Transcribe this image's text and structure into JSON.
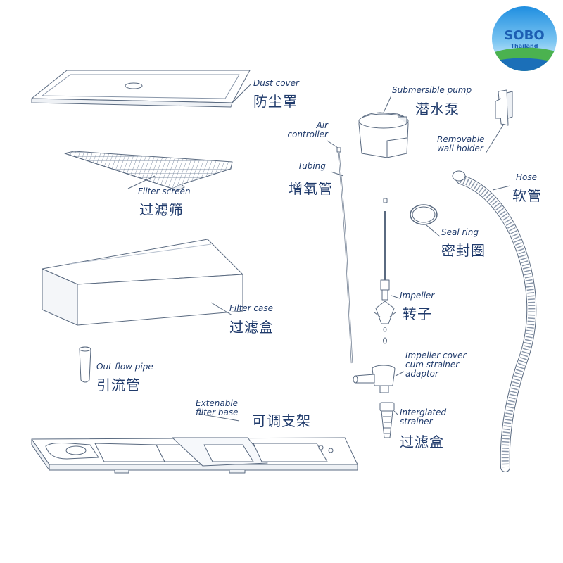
{
  "brand": {
    "name": "SOBO",
    "sub": "Thailand"
  },
  "parts": {
    "dust_cover": {
      "en": "Dust cover",
      "zh": "防尘罩"
    },
    "filter_screen": {
      "en": "Filter screen",
      "zh": "过滤筛"
    },
    "filter_case": {
      "en": "Filter case",
      "zh": "过滤盒"
    },
    "outflow_pipe": {
      "en": "Out-flow pipe",
      "zh": "引流管"
    },
    "extenable_base": {
      "en": "Extenable\nfilter base",
      "zh": "可调支架"
    },
    "air_controller": {
      "en": "Air\ncontroller"
    },
    "tubing": {
      "en": "Tubing",
      "zh": "增氧管"
    },
    "pump": {
      "en": "Submersible pump",
      "zh": "潜水泵"
    },
    "wall_holder": {
      "en": "Removable\nwall holder"
    },
    "hose": {
      "en": "Hose",
      "zh": "软管"
    },
    "seal_ring": {
      "en": "Seal ring",
      "zh": "密封圈"
    },
    "impeller": {
      "en": "Impeller",
      "zh": "转子"
    },
    "impeller_cover": {
      "en": "Impeller cover\ncum strainer\nadaptor"
    },
    "strainer": {
      "en": "Interglated\nstrainer",
      "zh": "过滤盒"
    }
  },
  "colors": {
    "line": "#5a6a80",
    "text": "#1f3a6b",
    "logo_blue": "#1d5fb3",
    "logo_green": "#3aa845"
  }
}
